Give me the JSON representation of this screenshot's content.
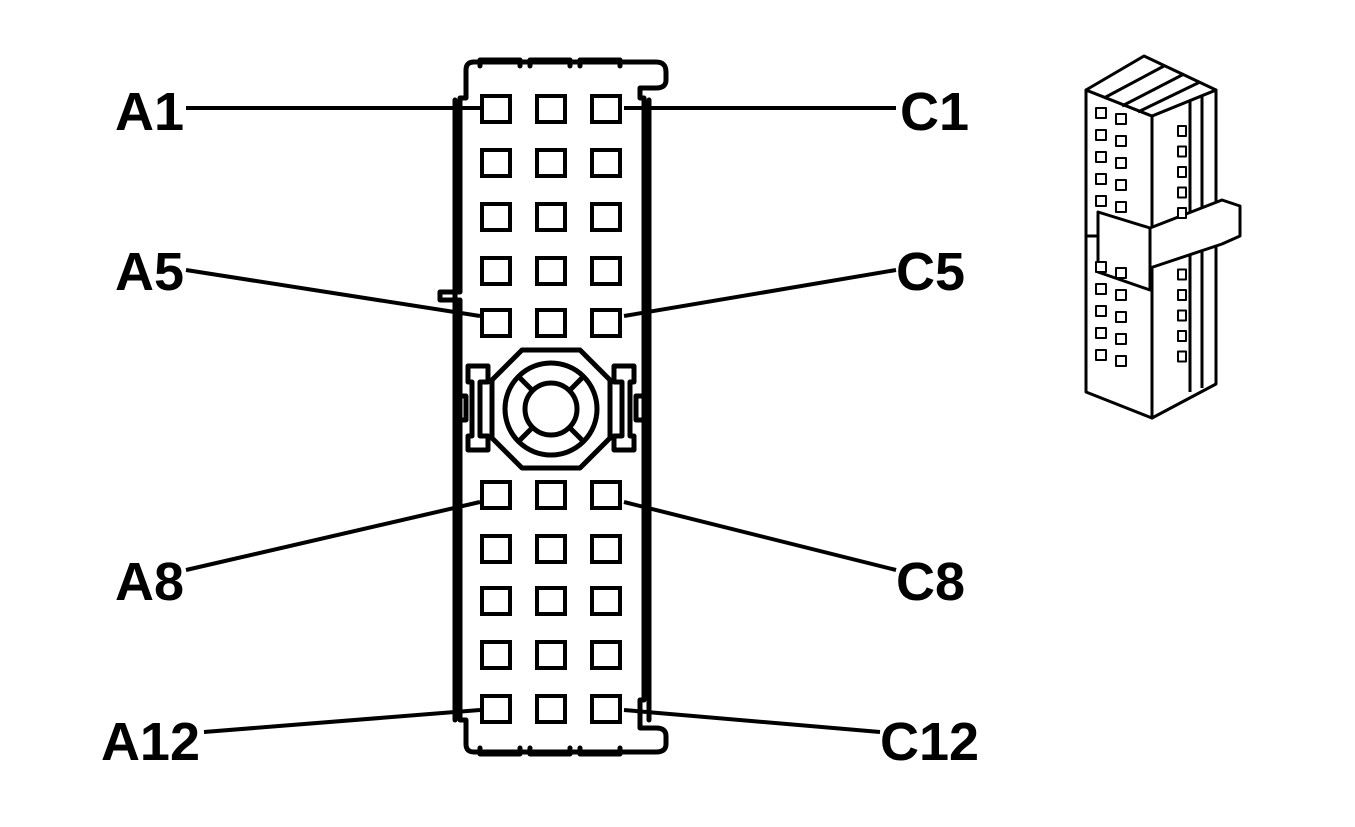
{
  "diagram": {
    "labels": {
      "a1": "A1",
      "a5": "A5",
      "a8": "A8",
      "a12": "A12",
      "c1": "C1",
      "c5": "C5",
      "c8": "C8",
      "c12": "C12"
    },
    "connector": {
      "columns": 3,
      "rows_above_lock": 5,
      "rows_below_lock": 5
    }
  }
}
